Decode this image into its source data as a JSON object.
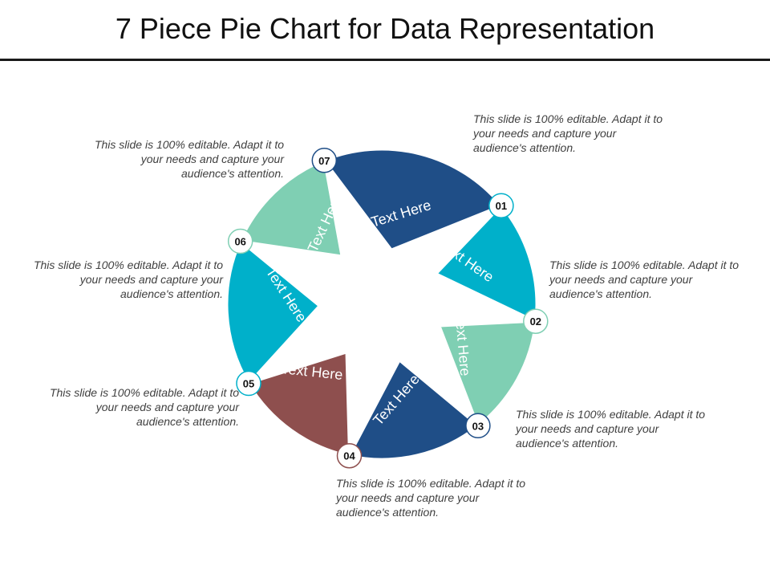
{
  "title": "7 Piece Pie Chart for Data Representation",
  "colors": {
    "01": "#00b0ca",
    "02": "#7fcfb3",
    "03": "#1f4e87",
    "04": "#8e4f4e",
    "05": "#00b0ca",
    "06": "#7fcfb3",
    "07": "#1f4e87",
    "badge_text": "#111111"
  },
  "segments": [
    {
      "number": "01",
      "label": "Text Here",
      "description": "This slide is 100% editable. Adapt it to your needs and capture your audience's attention."
    },
    {
      "number": "02",
      "label": "Text Here",
      "description": "This slide is 100% editable. Adapt it to your needs and capture your audience's attention."
    },
    {
      "number": "03",
      "label": "Text Here",
      "description": "This slide is 100% editable. Adapt it to your needs and capture your audience's attention."
    },
    {
      "number": "04",
      "label": "Text Here",
      "description": "This slide is 100% editable. Adapt it to your needs and capture your audience's attention."
    },
    {
      "number": "05",
      "label": "Text Here",
      "description": "This slide is 100% editable. Adapt it to your needs and capture your audience's attention."
    },
    {
      "number": "06",
      "label": "Text Here",
      "description": "This slide is 100% editable. Adapt it to your needs and capture your audience's attention."
    },
    {
      "number": "07",
      "label": "Text Here",
      "description": "This slide is 100% editable. Adapt it to your needs and capture your audience's attention."
    }
  ]
}
